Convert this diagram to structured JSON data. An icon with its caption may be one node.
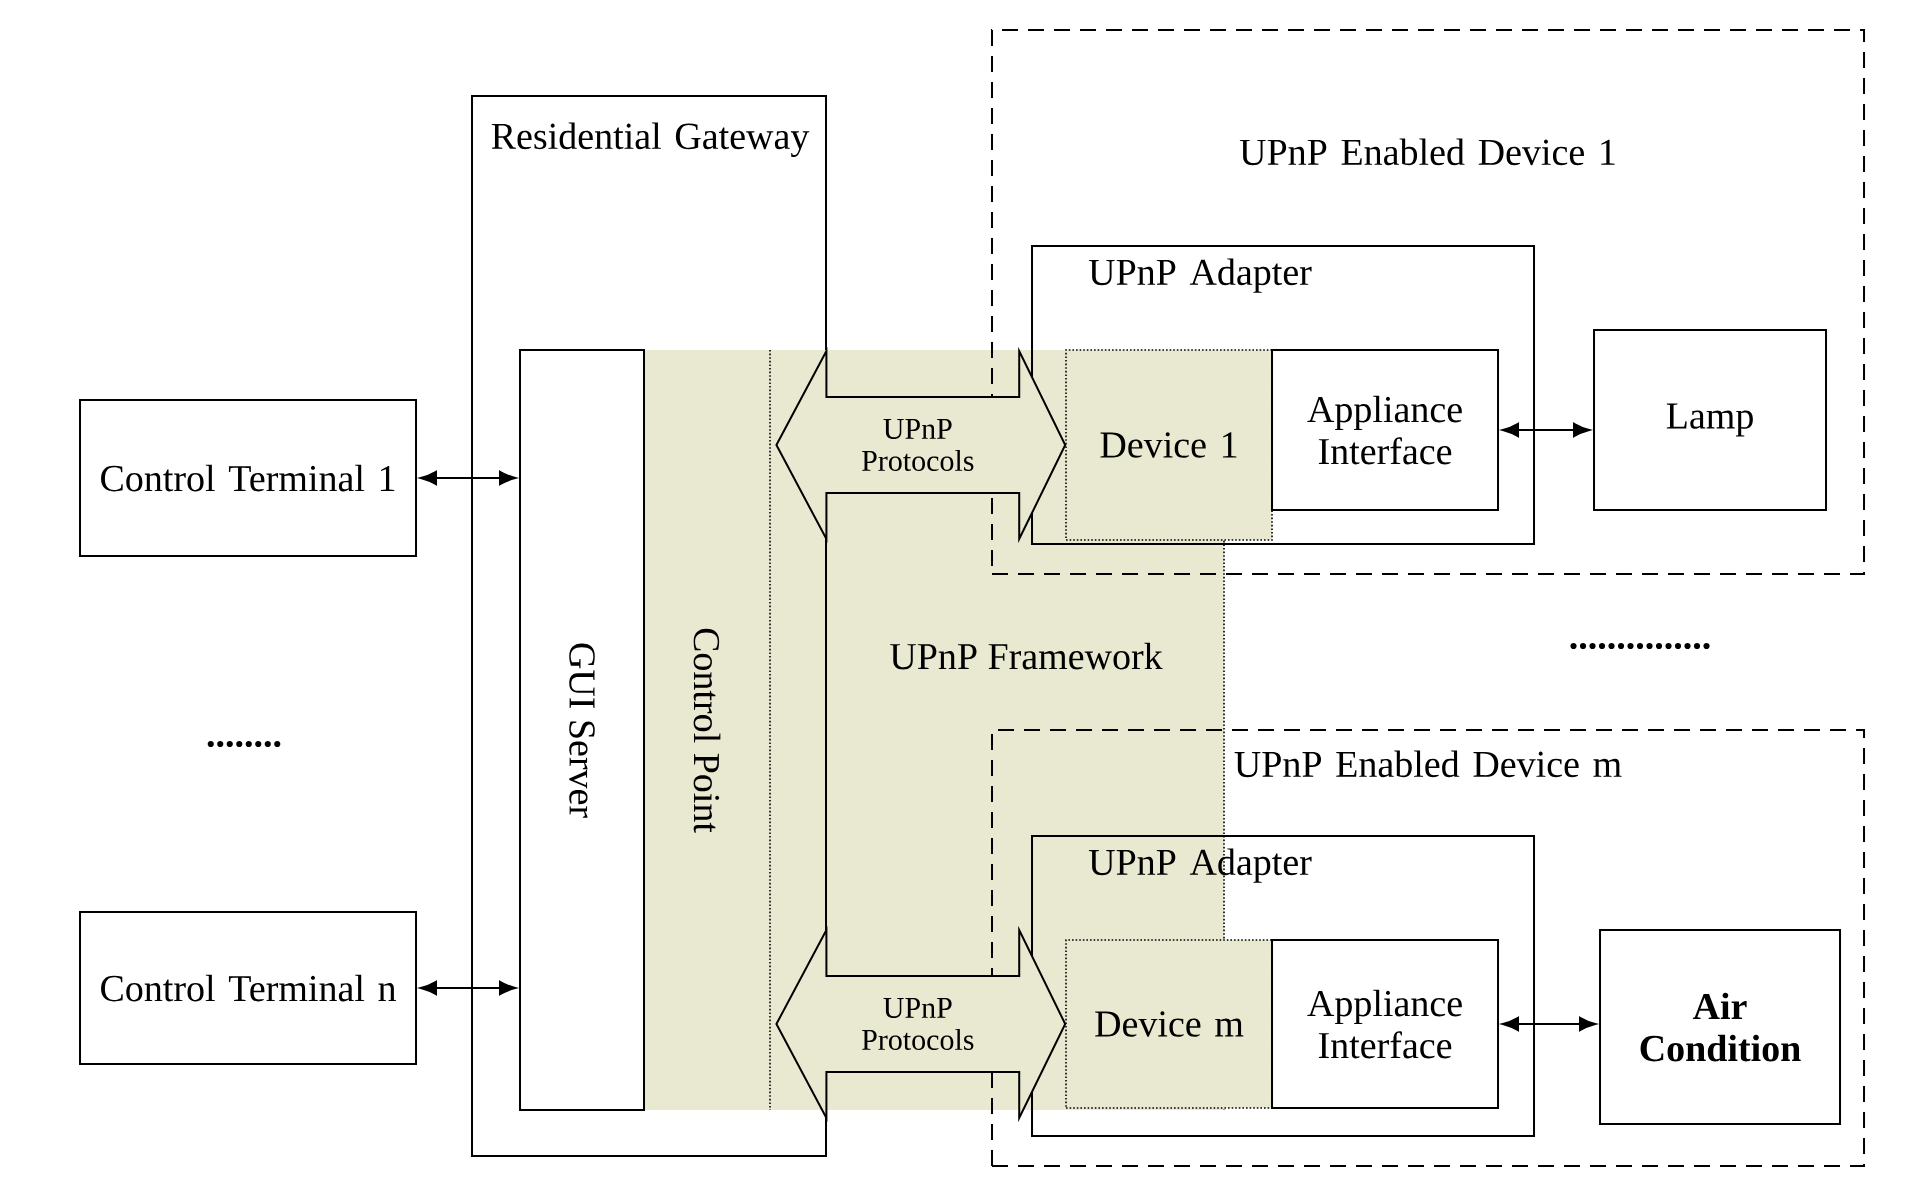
{
  "diagram": {
    "nodes": [
      {
        "text": [
          "Control Terminal 1"
        ]
      },
      {
        "text": [
          "Control Terminal n"
        ]
      },
      {
        "text": [
          "Residential Gateway"
        ]
      },
      {
        "text": [
          "GUI Server"
        ],
        "in": 2
      },
      {
        "text": [
          "Control Point"
        ],
        "in": 2
      },
      {
        "text": [
          "UPnP Framework"
        ]
      },
      {
        "text": [
          "UPnP Enabled Device 1"
        ]
      },
      {
        "text": [
          "UPnP Adapter"
        ],
        "in": 6
      },
      {
        "text": [
          "Device 1"
        ],
        "in": 7
      },
      {
        "text": [
          "Appliance Interface"
        ],
        "in": 7
      },
      {
        "text": [
          "Lamp"
        ],
        "in": 6
      },
      {
        "text": [
          "UPnP Enabled Device m"
        ]
      },
      {
        "text": [
          "UPnP Adapter"
        ],
        "in": 11
      },
      {
        "text": [
          "Device m"
        ],
        "in": 12
      },
      {
        "text": [
          "Appliance Interface"
        ],
        "in": 12
      },
      {
        "text": [
          "Air Condition"
        ],
        "in": 11
      }
    ],
    "edges": [
      {
        "from": 0,
        "to": 3,
        "arrow": "both"
      },
      {
        "from": 1,
        "to": 3,
        "arrow": "both"
      },
      {
        "from": 4,
        "to": 8,
        "arrow": "both",
        "label": "UPnP Protocols",
        "style": "thick"
      },
      {
        "from": 9,
        "to": 10,
        "arrow": "both"
      },
      {
        "from": 4,
        "to": 13,
        "arrow": "both",
        "label": "UPnP Protocols",
        "style": "thick"
      },
      {
        "from": 14,
        "to": 15,
        "arrow": "both"
      }
    ],
    "labels": [
      "........",
      "..............."
    ]
  }
}
